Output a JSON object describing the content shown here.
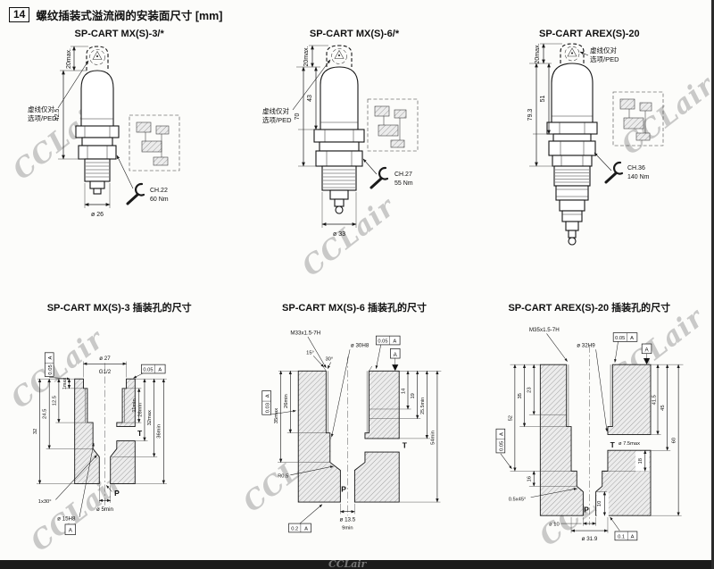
{
  "page": {
    "number": "14",
    "title": "螺纹插装式溢流阀的安装面尺寸 [mm]"
  },
  "watermark": {
    "text": "CCLair"
  },
  "valves": {
    "v3": {
      "title": "SP-CART MX(S)-3/*",
      "dim_top": "20max.",
      "ped1": "虚线仅对",
      "ped2": "选项/PED",
      "h1": "42.5",
      "ch": "CH.22",
      "nm": "60 Nm",
      "dia": "ø 26"
    },
    "v6": {
      "title": "SP-CART MX(S)-6/*",
      "dim_top": "20max.",
      "ped1": "虚线仅对",
      "ped2": "选项/PED",
      "h1": "70",
      "h2": "43",
      "ch": "CH.27",
      "nm": "55 Nm",
      "dia": "ø 33"
    },
    "v20": {
      "title": "SP-CART AREX(S)-20",
      "dim_top": "20max.",
      "ped1": "虚线仅对",
      "ped2": "选项/PED",
      "h1": "79.3",
      "h2": "51",
      "ch": "CH.36",
      "nm": "140 Nm"
    }
  },
  "cavities": {
    "c3": {
      "title": "SP-CART MX(S)-3 插装孔的尺寸",
      "dia_top": "ø 27",
      "thread": "G1/2",
      "t_depth": "11min",
      "tol_left_v": "0.05",
      "tol_left_d": "A",
      "tol_right_v": "0.05",
      "tol_right_d": "A",
      "d1max": "1max",
      "d125": "12.5",
      "d245": "24.5",
      "d32": "32",
      "d26min": "26min",
      "d32max": "32max",
      "d36min": "36min",
      "chamfer": "1x30°",
      "dia5": "ø 5min",
      "dia15": "ø 15H8",
      "datum": "A",
      "port_t": "T",
      "port_p": "P"
    },
    "c6": {
      "title": "SP-CART MX(S)-6 插装孔的尺寸",
      "thread": "M33x1.5-7H",
      "dia30": "ø 30H8",
      "a15": "15°",
      "a30": "30°",
      "tol_top_v": "0.05",
      "tol_top_d": "A",
      "tol_left_v": "0.03",
      "tol_left_d": "A",
      "tol_bot_v": "0.2",
      "tol_bot_d": "A",
      "d26min": "26min",
      "d35max": "35max",
      "d14": "14",
      "d19": "19",
      "d255": "25.5min",
      "d54": "54min",
      "r05": "R0.5",
      "dia135": "ø 13.5",
      "d9min": "9min",
      "datum": "A",
      "port_t": "T",
      "port_p": "P"
    },
    "c20": {
      "title": "SP-CART AREX(S)-20 插装孔的尺寸",
      "thread": "M35x1.5-7H",
      "dia32": "ø 32H9",
      "tol_top_v": "0.05",
      "tol_top_d": "A",
      "tol_left_v": "0.05",
      "tol_left_d": "A",
      "tol_bot_v": "0.1",
      "tol_bot_d": "A",
      "d23": "23",
      "d35": "35",
      "d52": "52",
      "d16": "16",
      "d18": "18",
      "d10": "10",
      "d415": "41.5",
      "d45": "45",
      "d60": "60",
      "dia75": "ø 7.5max",
      "chamfer": "0.5x45°",
      "dia10": "ø 10",
      "dia319": "ø 31.9",
      "datum": "A",
      "port_t": "T",
      "port_p": "P"
    }
  }
}
